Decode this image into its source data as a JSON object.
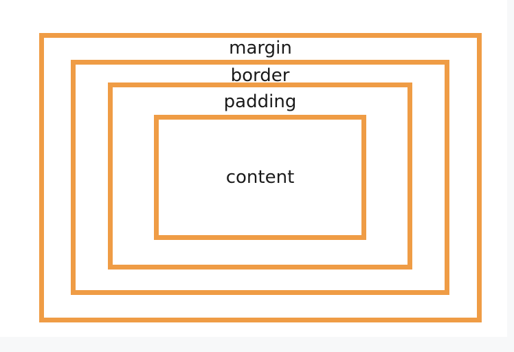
{
  "diagram": {
    "name": "css-box-model",
    "boxes": [
      {
        "id": "margin",
        "label": "margin"
      },
      {
        "id": "border",
        "label": "border"
      },
      {
        "id": "padding",
        "label": "padding"
      },
      {
        "id": "content",
        "label": "content"
      }
    ],
    "colors": {
      "box_border": "#EF9C45",
      "label_text": "#1a1a1a",
      "canvas": "#ffffff",
      "page_background": "#f7f8f9"
    }
  }
}
